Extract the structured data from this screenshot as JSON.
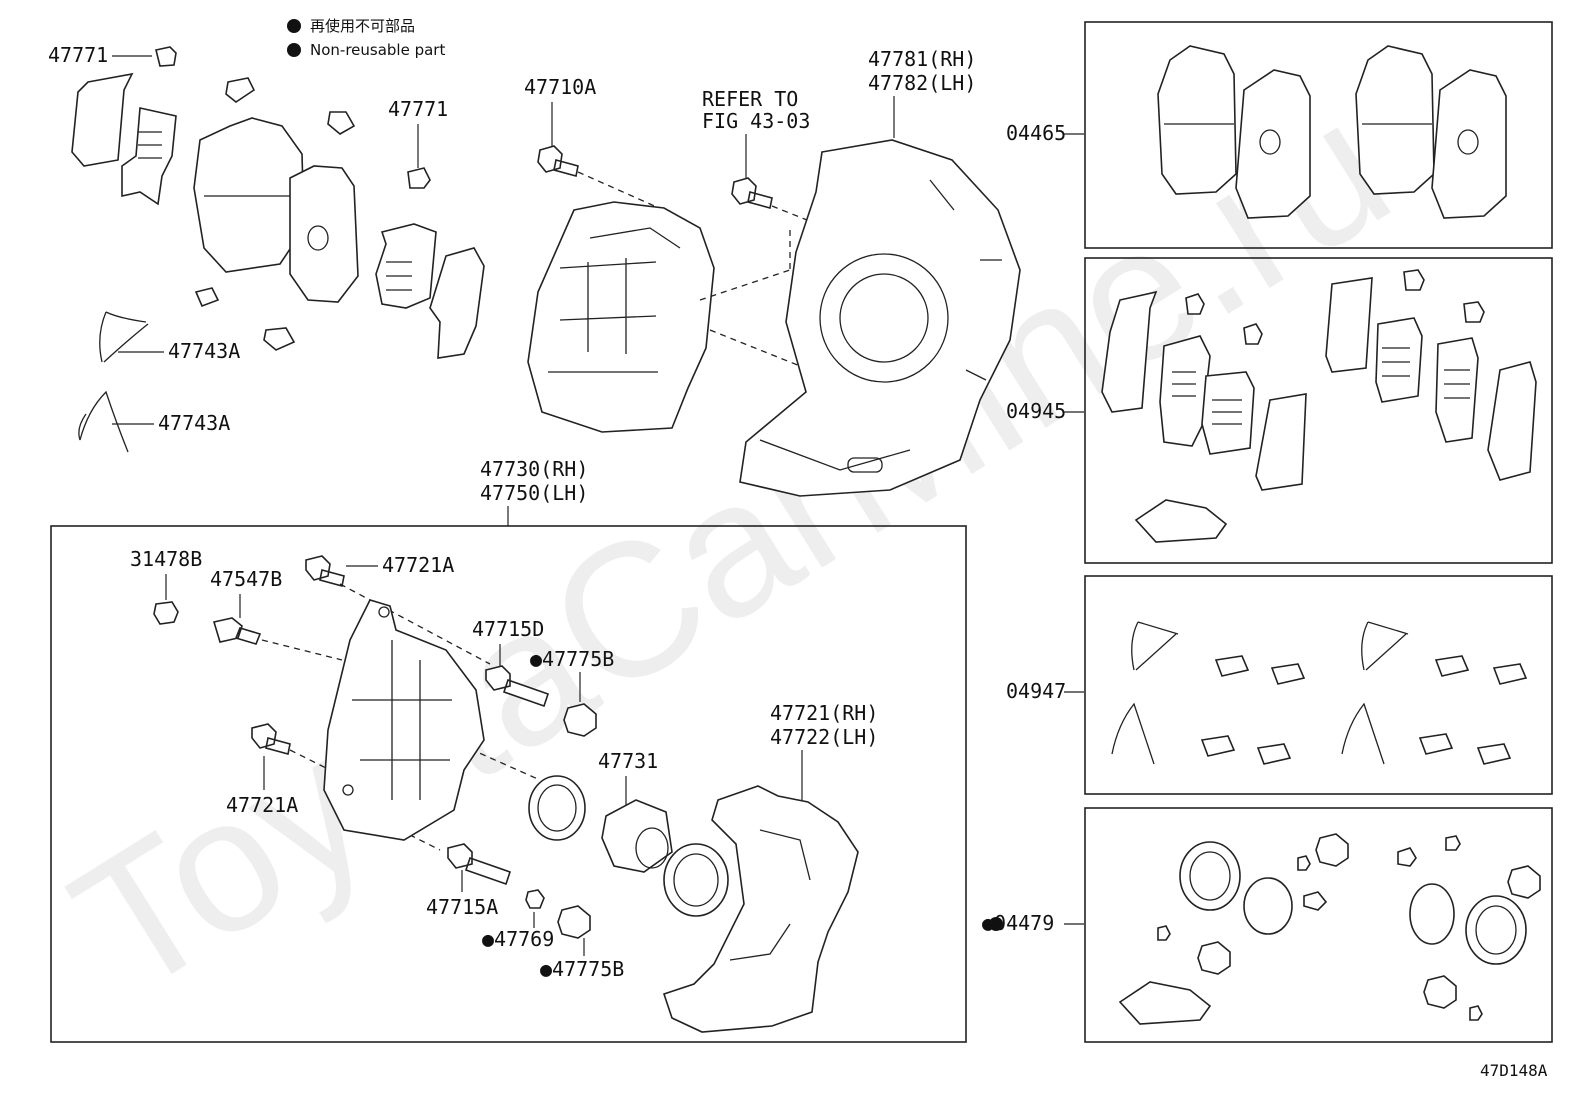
{
  "legend": [
    {
      "marker": "●",
      "text": "再使用不可部品"
    },
    {
      "marker": "●",
      "text": "Non-reusable part"
    }
  ],
  "watermark": "ToyotaCarMine.ru",
  "labels": {
    "l47771a": "47771",
    "l47771b": "47771",
    "l47743a1": "47743A",
    "l47743a2": "47743A",
    "l47710a": "47710A",
    "refer1": "REFER TO",
    "refer2": "FIG 43-03",
    "l47781": "47781(RH)",
    "l47782": "47782(LH)",
    "l47730": "47730(RH)",
    "l47750": "47750(LH)",
    "l31478b": "31478B",
    "l47547b": "47547B",
    "l47721a_top": "47721A",
    "l47715d": "47715D",
    "l47775b_top": "●47775B",
    "l47721a_bot": "47721A",
    "l47731": "47731",
    "l47721": "47721(RH)",
    "l47722": "47722(LH)",
    "l47715a": "47715A",
    "l47769": "●47769",
    "l47775b_bot": "●47775B",
    "k04465": "04465",
    "k04945": "04945",
    "k04947": "04947",
    "k04479": "●04479",
    "figure_code": "47D148A"
  }
}
